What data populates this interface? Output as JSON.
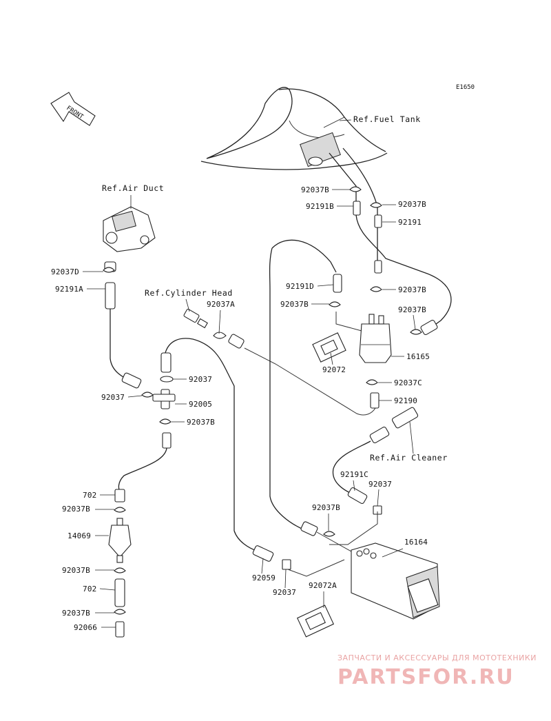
{
  "diagram_code": "E1650",
  "front_label": "FRONT",
  "references": {
    "fuel_tank": "Ref.Fuel Tank",
    "air_duct": "Ref.Air Duct",
    "cylinder_head": "Ref.Cylinder Head",
    "air_cleaner": "Ref.Air Cleaner"
  },
  "parts": {
    "p92037B_top_left": "92037B",
    "p92191B": "92191B",
    "p92037B_top_right": "92037B",
    "p92191": "92191",
    "p92037D": "92037D",
    "p92191A": "92191A",
    "p92037A": "92037A",
    "p92191D": "92191D",
    "p92037B_mid_right": "92037B",
    "p92037B_left_of_filter": "92037B",
    "p92037B_right_of_filter": "92037B",
    "p16165": "16165",
    "p92072": "92072",
    "p92037_tee_top": "92037",
    "p92037_tee_left": "92037",
    "p92005": "92005",
    "p92037B_tee_bottom": "92037B",
    "p92037C": "92037C",
    "p92190": "92190",
    "p702_upper": "702",
    "p92037B_filter_top": "92037B",
    "p92191C": "92191C",
    "p92037_canister_right": "92037",
    "p92037B_canister_left": "92037B",
    "p14069": "14069",
    "p16164": "16164",
    "p92037B_filter_bottom": "92037B",
    "p92059": "92059",
    "p92037_canister_bottom": "92037",
    "p702_lower": "702",
    "p92072A": "92072A",
    "p92037B_bottom": "92037B",
    "p92066": "92066"
  },
  "watermark": {
    "tagline": "ЗАПЧАСТИ И АКСЕССУАРЫ ДЛЯ МОТОТЕХНИКИ",
    "logo": "PARTSFOR.RU"
  }
}
